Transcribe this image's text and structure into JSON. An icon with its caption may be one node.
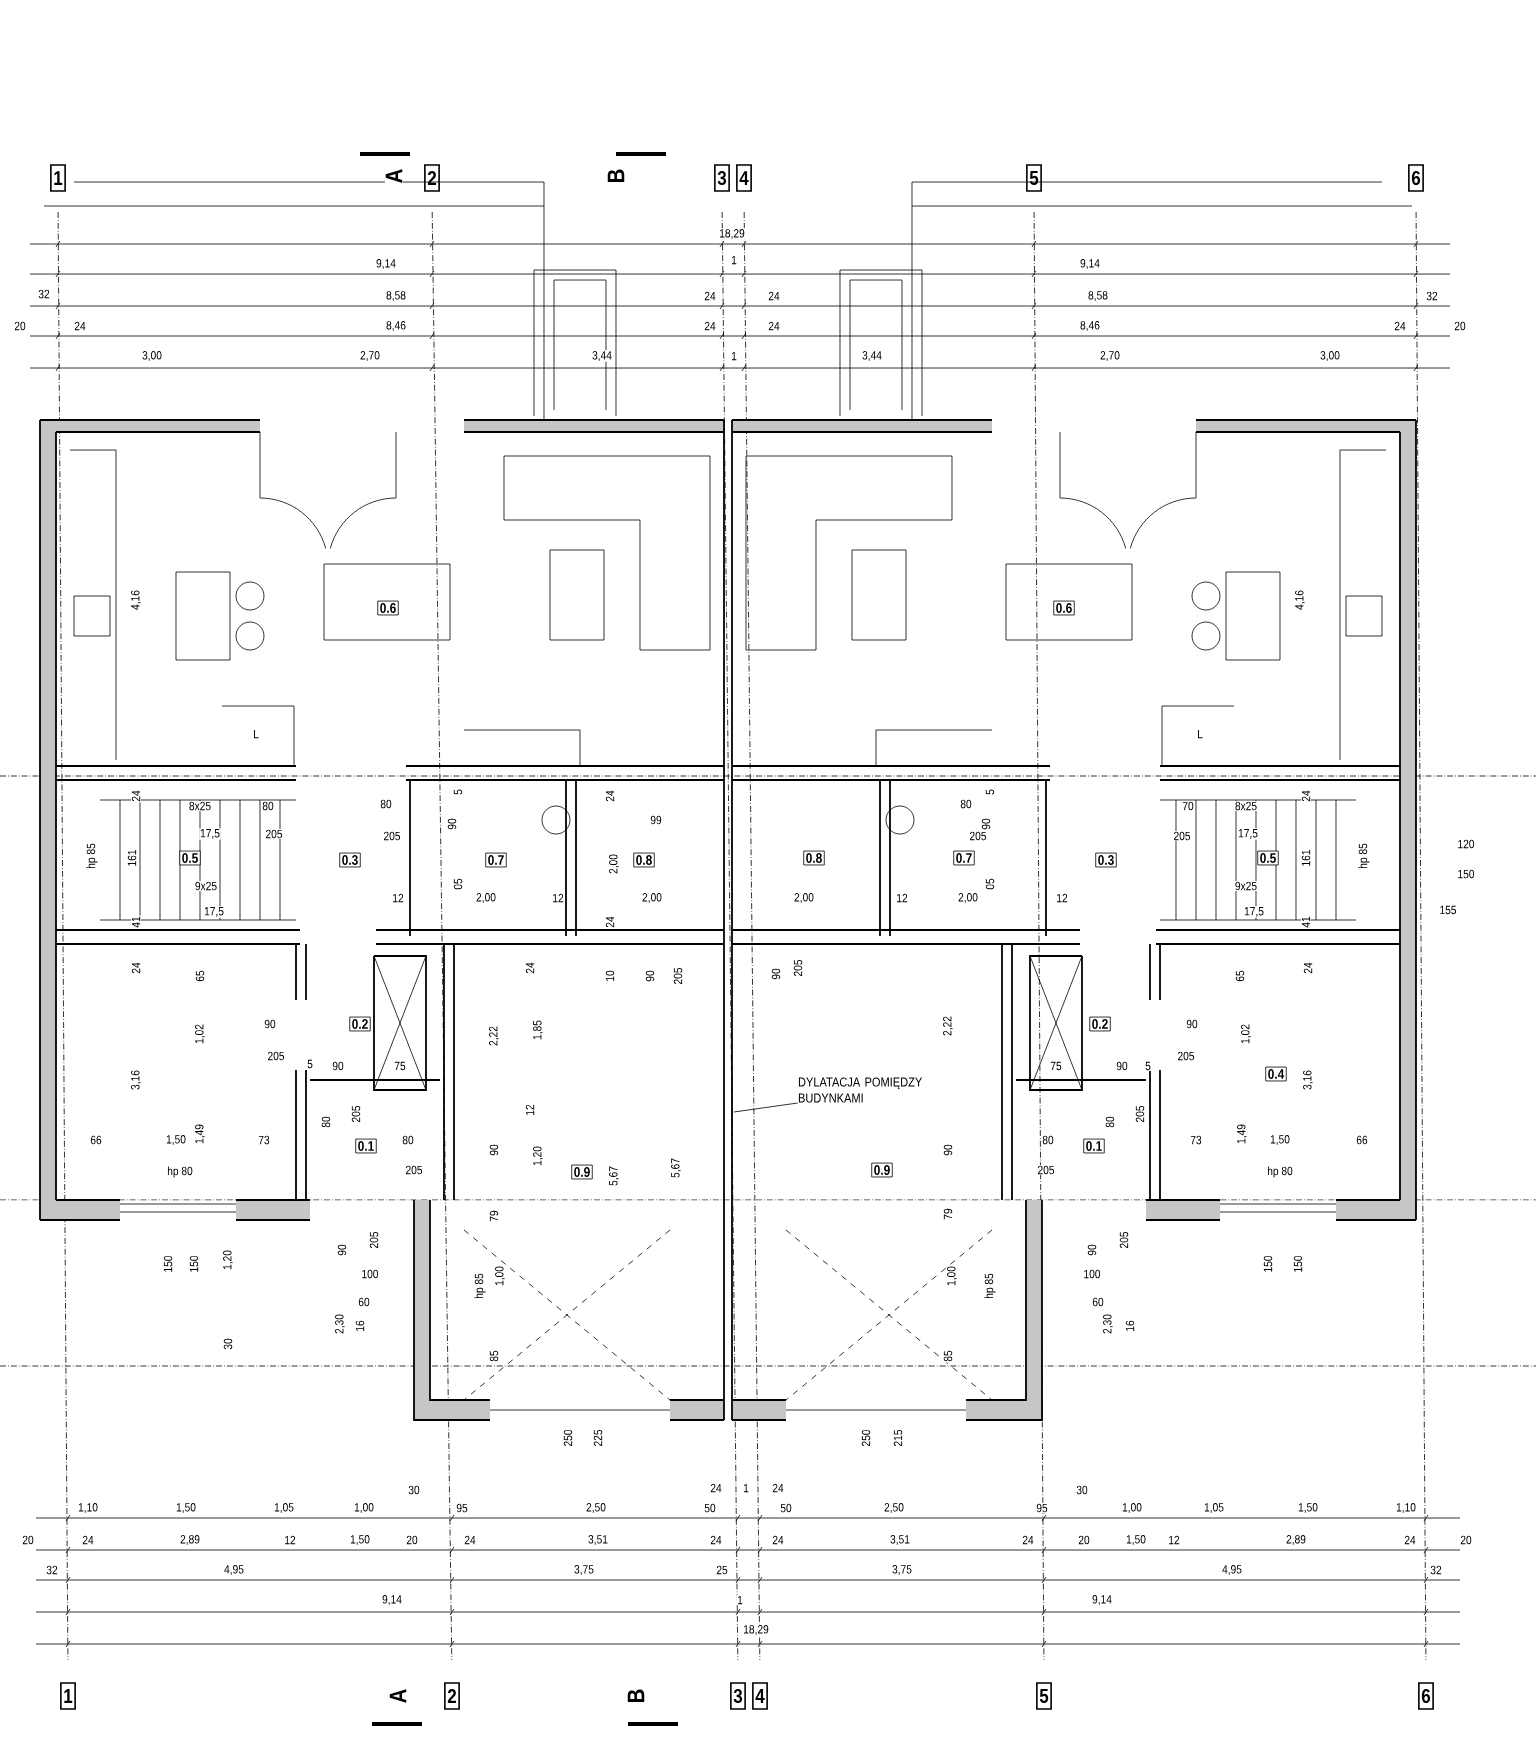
{
  "diagram": {
    "nodes": [
      {
        "text": [
          "1"
        ]
      },
      {
        "text": [
          "2"
        ]
      },
      {
        "text": [
          "3"
        ]
      },
      {
        "text": [
          "4"
        ]
      },
      {
        "text": [
          "5"
        ]
      },
      {
        "text": [
          "6"
        ]
      },
      {
        "text": [
          "0.6"
        ]
      },
      {
        "text": [
          "0.6"
        ]
      },
      {
        "text": [
          "0.5"
        ]
      },
      {
        "text": [
          "0.3"
        ]
      },
      {
        "text": [
          "0.7"
        ]
      },
      {
        "text": [
          "0.8"
        ]
      },
      {
        "text": [
          "0.8"
        ]
      },
      {
        "text": [
          "0.7"
        ]
      },
      {
        "text": [
          "0.3"
        ]
      },
      {
        "text": [
          "0.5"
        ]
      },
      {
        "text": [
          "0.2"
        ]
      },
      {
        "text": [
          "0.2"
        ]
      },
      {
        "text": [
          "0.4"
        ]
      },
      {
        "text": [
          "DYLATACJA POMIĘDZY BUDYNKAMI"
        ]
      },
      {
        "text": [
          "0.1"
        ]
      },
      {
        "text": [
          "0.1"
        ]
      },
      {
        "text": [
          "0.9"
        ]
      },
      {
        "text": [
          "0.9"
        ]
      },
      {
        "text": [
          "1"
        ]
      },
      {
        "text": [
          "2"
        ]
      },
      {
        "text": [
          "3"
        ]
      },
      {
        "text": [
          "4"
        ]
      },
      {
        "text": [
          "5"
        ]
      },
      {
        "text": [
          "6"
        ]
      }
    ],
    "edges": [
      {
        "from": null,
        "to": 19,
        "arrow": "none"
      }
    ],
    "labels": [
      "A",
      "B",
      "18,29",
      "9,14",
      "1",
      "9,14",
      "32",
      "8,58",
      "24",
      "24",
      "8,58",
      "32",
      "20",
      "24",
      "8,46",
      "24",
      "24",
      "8,46",
      "24",
      "20",
      "3,00",
      "2,70",
      "3,44",
      "1",
      "3,44",
      "2,70",
      "3,00",
      "4,16",
      "4,16",
      "L",
      "L",
      "24",
      "8x25",
      "80",
      "80",
      "5",
      "24",
      "99",
      "80",
      "5",
      "70",
      "8x25",
      "24",
      "17,5",
      "205",
      "205",
      "90",
      "205",
      "90",
      "205",
      "17,5",
      "120",
      "hp 85",
      "161",
      "2,00",
      "161",
      "hp 85",
      "150",
      "9x25",
      "12",
      "05",
      "2,00",
      "12",
      "2,00",
      "2,00",
      "12",
      "2,00",
      "05",
      "12",
      "9x25",
      "17,5",
      "41",
      "24",
      "17,5",
      "41",
      "155",
      "24",
      "65",
      "24",
      "10",
      "90",
      "205",
      "90",
      "205",
      "65",
      "24",
      "90",
      "90",
      "1,02",
      "2,22",
      "1,85",
      "2,22",
      "1,02",
      "205",
      "5",
      "90",
      "75",
      "75",
      "90",
      "5",
      "205",
      "3,16",
      "3,16",
      "80",
      "205",
      "12",
      "80",
      "205",
      "66",
      "1,50",
      "1,49",
      "73",
      "80",
      "80",
      "73",
      "1,49",
      "1,50",
      "66",
      "90",
      "1,20",
      "90",
      "hp 80",
      "205",
      "5,67",
      "5,67",
      "205",
      "hp 80",
      "79",
      "79",
      "90",
      "205",
      "90",
      "205",
      "150",
      "150",
      "1,20",
      "150",
      "150",
      "100",
      "1,00",
      "hp 85",
      "1,00",
      "hp 85",
      "100",
      "60",
      "60",
      "2,30",
      "16",
      "2,30",
      "16",
      "30",
      "85",
      "85",
      "250",
      "225",
      "250",
      "215",
      "30",
      "24",
      "1",
      "24",
      "30",
      "1,10",
      "1,50",
      "1,05",
      "1,00",
      "95",
      "2,50",
      "50",
      "50",
      "2,50",
      "95",
      "1,00",
      "1,05",
      "1,50",
      "1,10",
      "20",
      "24",
      "2,89",
      "12",
      "1,50",
      "20",
      "24",
      "3,51",
      "24",
      "24",
      "3,51",
      "24",
      "20",
      "1,50",
      "12",
      "2,89",
      "24",
      "20",
      "32",
      "4,95",
      "3,75",
      "25",
      "3,75",
      "4,95",
      "32",
      "9,14",
      "1",
      "9,14",
      "18,29",
      "A",
      "B"
    ]
  }
}
